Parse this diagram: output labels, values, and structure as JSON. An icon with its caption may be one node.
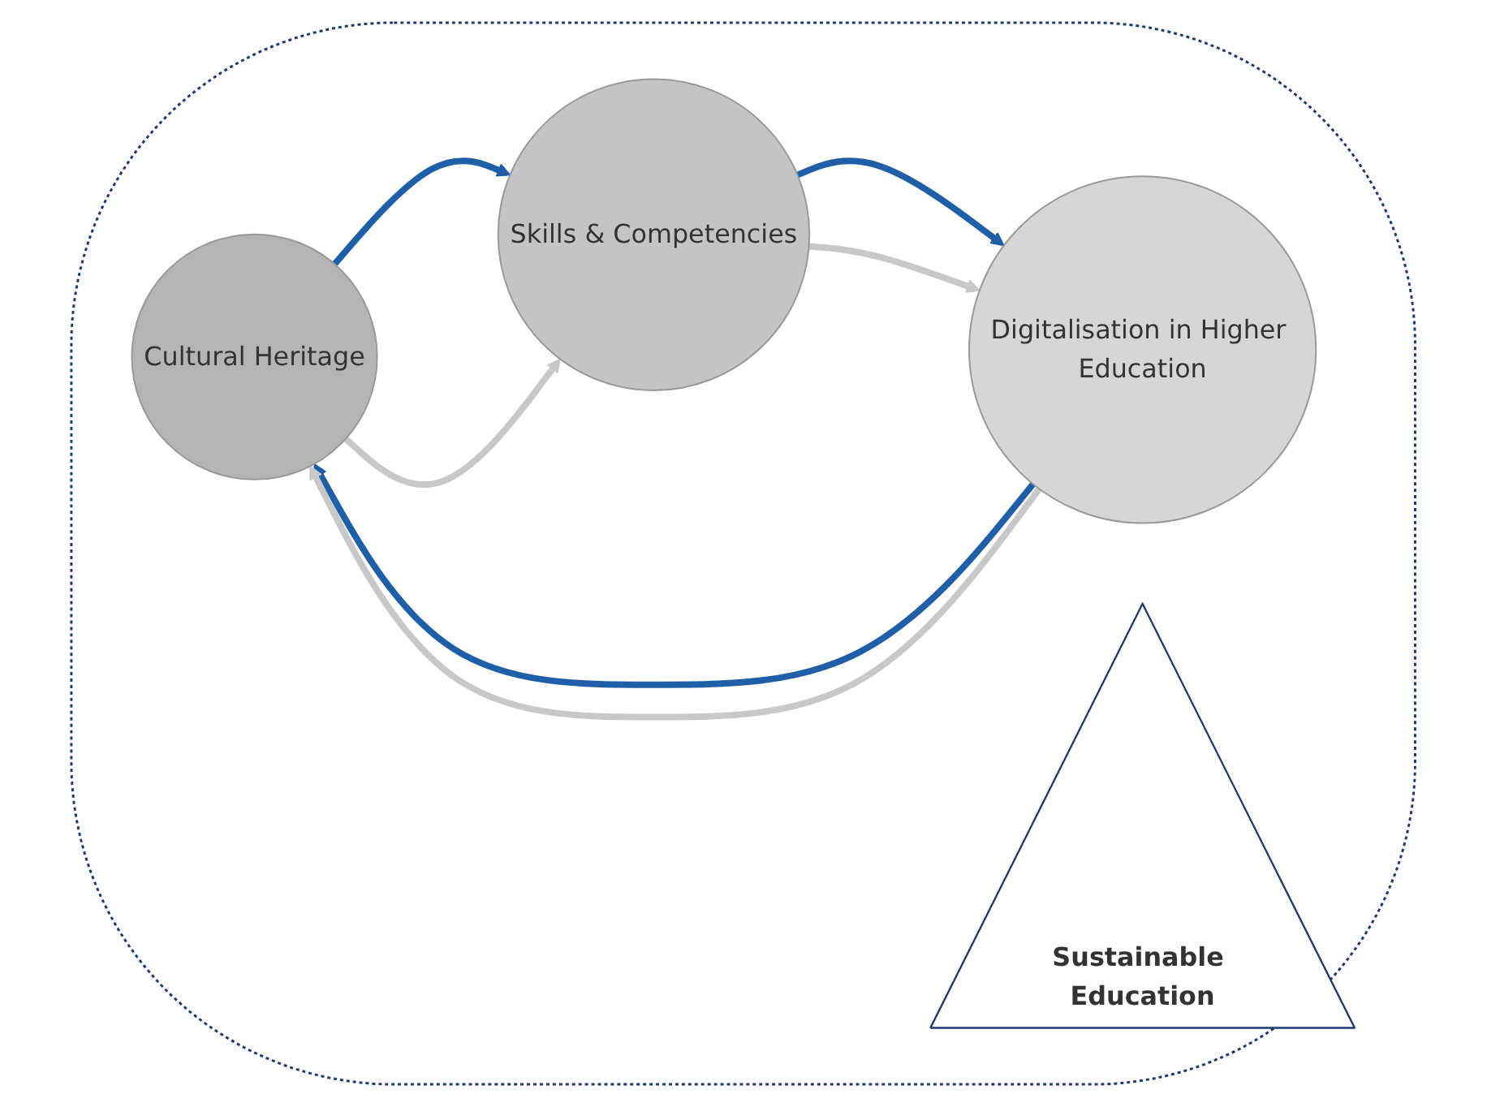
{
  "diagram": {
    "nodes": [
      {
        "text": [],
        "shape": "ellipse"
      },
      {
        "text": [
          "Cultural Heritage"
        ],
        "in": 0
      },
      {
        "text": [
          "Sustainable Education"
        ],
        "in": 0
      },
      {
        "text": [
          "Skills & Competencies"
        ],
        "in": 0
      },
      {
        "text": [
          "Digitalisation in Higher Education"
        ],
        "in": 0
      }
    ],
    "edges": [
      {
        "from": 1,
        "to": 3,
        "arrow": "to",
        "color": "#1f5fa8"
      },
      {
        "from": 3,
        "to": 4,
        "arrow": "to",
        "color": "#1f5fa8"
      },
      {
        "from": 4,
        "to": 1,
        "arrow": "to",
        "color": "#1f5fa8"
      },
      {
        "from": 1,
        "to": 3,
        "arrow": "to",
        "color": "#c8c8c8"
      },
      {
        "from": 3,
        "to": 4,
        "arrow": "to",
        "color": "#c8c8c8"
      },
      {
        "from": 4,
        "to": 1,
        "arrow": "to",
        "color": "#c8c8c8"
      }
    ]
  }
}
